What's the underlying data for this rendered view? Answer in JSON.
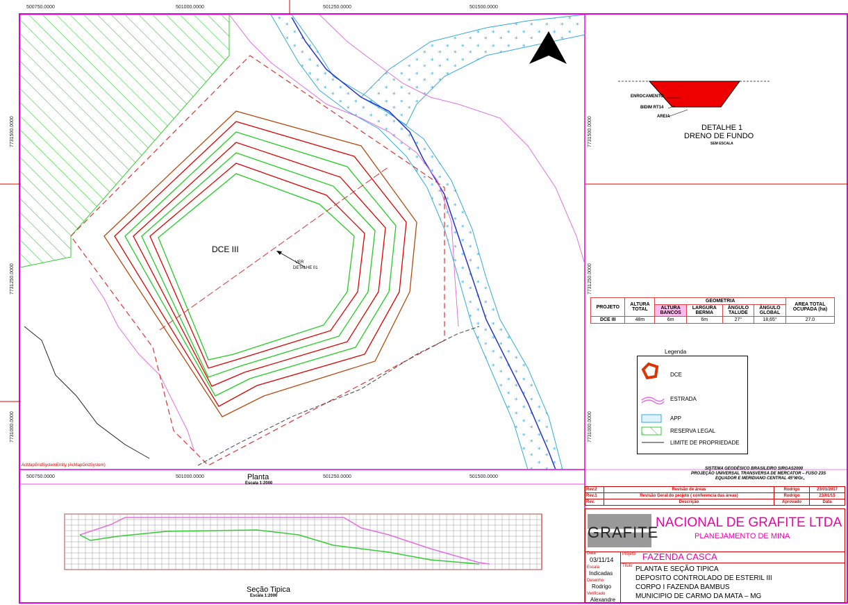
{
  "coords": {
    "top": [
      "500750.0000",
      "501000.0000",
      "501250.0000",
      "501500.0000"
    ],
    "bottom": [
      "500750.0000",
      "501000.0000",
      "501250.0000",
      "501500.0000"
    ],
    "left": [
      "7731500.0000",
      "7731250.0000",
      "7731000.0000"
    ],
    "right": [
      "7731500.0000",
      "7731250.0000",
      "7731000.0000"
    ]
  },
  "map": {
    "pile_label": "DCE III",
    "callout_line1": "VER",
    "callout_line2": "DETALHE 01",
    "grid_entity": "AcMapGridSystemEntity (AcMapGridSystem)"
  },
  "detail": {
    "label_rock": "ENROCAMENTO",
    "label_bidim": "BIDIM RT14",
    "label_sand": "AREIA",
    "title1": "DETALHE 1",
    "title2": "DRENO DE FUNDO",
    "scale": "SEM ESCALA"
  },
  "geometry_table": {
    "projeto_header": "PROJETO",
    "altura_total_header1": "ALTURA",
    "altura_total_header2": "TOTAL",
    "geometria_header": "GEOMETRIA",
    "area_header1": "AREA TOTAL",
    "area_header2": "OCUPADA (ha)",
    "sub_altura1": "ALTURA",
    "sub_altura2": "BANCOS",
    "sub_largura1": "LARGURA",
    "sub_largura2": "BERMA",
    "sub_talude1": "ÂNGULO",
    "sub_talude2": "TALUDE",
    "sub_global1": "ÂNGULO",
    "sub_global2": "GLOBAL",
    "row": {
      "projeto": "DCE III",
      "altura_total": "48m",
      "altura_bancos": "6m",
      "largura_berma": "6m",
      "angulo_talude": "27°",
      "angulo_global": "18,65°",
      "area": "27.0"
    }
  },
  "legend": {
    "title": "Legenda",
    "items": [
      {
        "icon": "dce-icon",
        "label": "DCE"
      },
      {
        "icon": "road-icon",
        "label": "ESTRADA"
      },
      {
        "icon": "app-icon",
        "label": "APP"
      },
      {
        "icon": "legal-reserve-icon",
        "label": "RESERVA LEGAL"
      },
      {
        "icon": "property-limit-icon",
        "label": "LIMITE DE PROPRIEDADE"
      }
    ]
  },
  "geodetic": {
    "line1": "SISTEMA GEODÉSICO BRASILEIRO SIRGAS2000",
    "line2": "PROJEÇÃO UNIVERSAL TRANSVERSA DE MERCATOR – FUSO 23S",
    "line3": "EQUADOR E MERIDIANO CENTRAL 45°WGr.,"
  },
  "revisions": {
    "rows": [
      {
        "rev": "Rev.2",
        "desc": "Revisão de áreas",
        "by": "Rodrigo",
        "date": "23/01/2017"
      },
      {
        "rev": "Rev.1",
        "desc": "Revisão Geral do projeto ( conferencia das áreas)",
        "by": "Rodrigo",
        "date": "23/01/15"
      }
    ],
    "header": {
      "rev": "Rev.",
      "desc": "Descrição",
      "by": "Aprovado",
      "date": "Data"
    }
  },
  "titleblock": {
    "logo_text": "GRAFITE",
    "company": "NACIONAL DE GRAFITE LTDA",
    "department": "PLANEJAMENTO DE MINA",
    "data_label": "Data",
    "data_value": "03/11/14",
    "escala_label": "Escala",
    "escala_value": "Indicadas",
    "desenho_label": "Desenho",
    "desenho_value": "Rodrigo",
    "verificado_label": "Verificado",
    "verificado_value": "Alexandre",
    "projeto_label": "Projeto",
    "projeto_value": "FAZENDA CASCA",
    "titulo_label": "Titulo",
    "titulo_lines": [
      "PLANTA E SEÇÃO TIPICA",
      "DEPOSITO CONTROLADO DE ESTERIL III",
      "CORPO I FAZENDA BAMBUS",
      "MUNICIPIO DE CARMO DA MATA – MG"
    ]
  },
  "plan_title": "Planta",
  "plan_scale": "Escala 1:2000",
  "section_title": "Seção Tipica",
  "section_scale": "Escala 1:2000",
  "colors": {
    "frame": "#e000e0",
    "red": "#dd0000",
    "green": "#22cc22",
    "app": "#33aadd",
    "brown": "#b24a10",
    "road": "#e070e0"
  }
}
